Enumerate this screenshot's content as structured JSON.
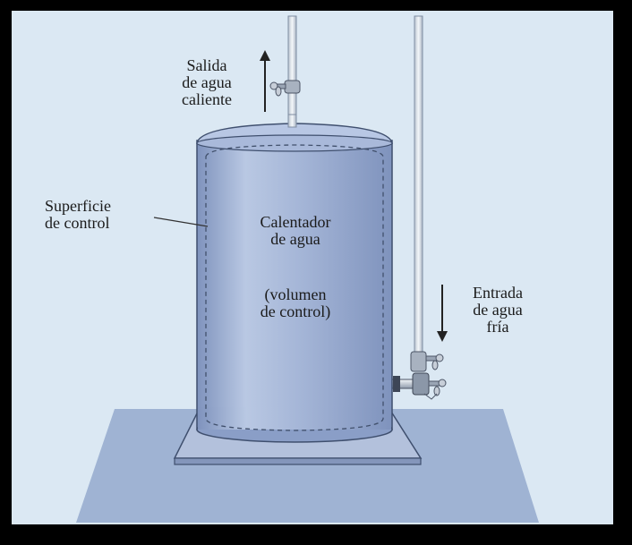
{
  "colors": {
    "frame": "#000000",
    "sky": "#dbe8f3",
    "floor": "#9fb3d3",
    "tank_body": "#9aaccf",
    "tank_shade": "#7d91bb",
    "tank_highlight": "#c4d2ea",
    "pipe": "#dfe6ee",
    "pipe_edge": "#7f8ea3",
    "valve": "#8b97a8",
    "text": "#1b1b1b"
  },
  "icons": {
    "outlet_arrow": "arrow-up-icon",
    "inlet_arrow": "arrow-down-icon",
    "outlet_valve": "valve-icon",
    "inlet_valve": "valve-icon",
    "drain_valve": "valve-icon"
  },
  "labels": {
    "hot_outlet": [
      "Salida",
      "de agua",
      "caliente"
    ],
    "control_surface": [
      "Superficie",
      "de control"
    ],
    "heater": [
      "Calentador",
      "de agua"
    ],
    "control_volume": [
      "(volumen",
      "de control)"
    ],
    "cold_inlet": [
      "Entrada",
      "de agua",
      "fría"
    ]
  }
}
